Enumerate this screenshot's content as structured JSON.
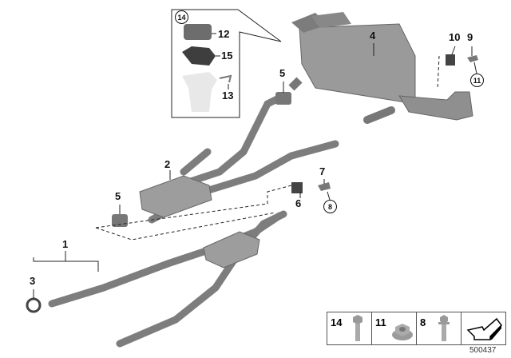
{
  "callouts": {
    "p1": "1",
    "p2": "2",
    "p3": "3",
    "p4": "4",
    "p5a": "5",
    "p5b": "5",
    "p6": "6",
    "p7": "7",
    "p8": "8",
    "p9": "9",
    "p10": "10",
    "p11": "11",
    "p12": "12",
    "p13": "13",
    "p14": "14",
    "p15": "15"
  },
  "legend": {
    "items": [
      {
        "number": "14",
        "icon": "hex-bolt-icon"
      },
      {
        "number": "11",
        "icon": "hex-nut-icon"
      },
      {
        "number": "8",
        "icon": "flange-bolt-icon"
      }
    ],
    "nav_icon": "arrow-icon"
  },
  "document_number": "500437",
  "colors": {
    "part": "#8a8a8a",
    "part_dark": "#5e5e5e",
    "outline": "#111111"
  }
}
